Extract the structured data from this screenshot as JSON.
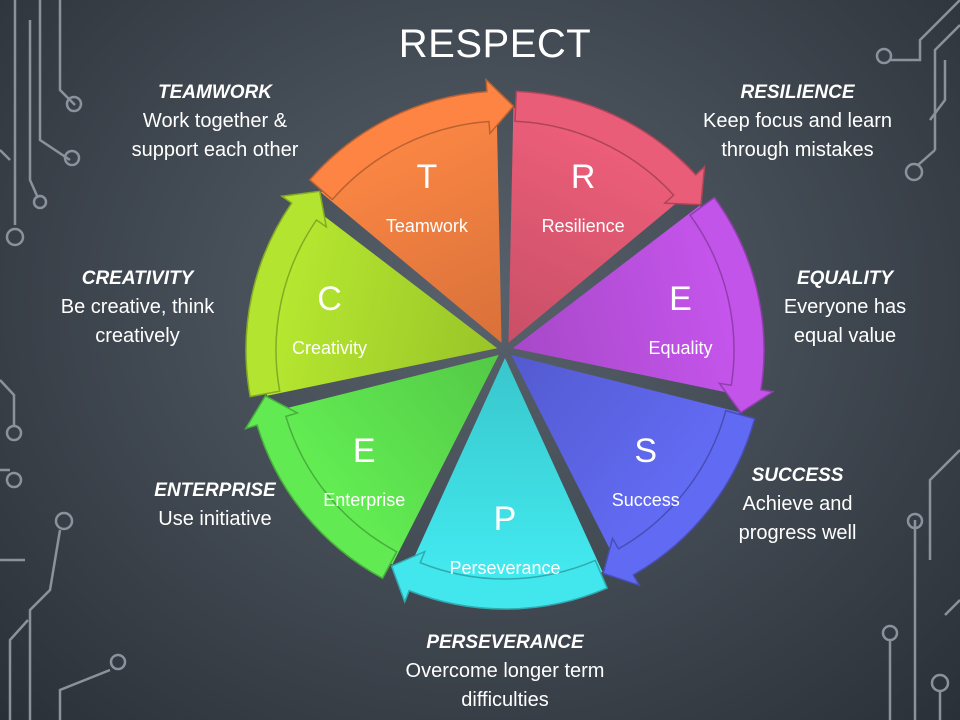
{
  "title": "RESPECT",
  "segments": [
    {
      "key": "teamwork",
      "letter": "T",
      "name": "Teamwork",
      "color": "#ea7a3e"
    },
    {
      "key": "resilience",
      "letter": "R",
      "name": "Resilience",
      "color": "#d8566f"
    },
    {
      "key": "equality",
      "letter": "E",
      "name": "Equality",
      "color": "#b44ed8"
    },
    {
      "key": "success",
      "letter": "S",
      "name": "Success",
      "color": "#5a62e0"
    },
    {
      "key": "perseverance",
      "letter": "P",
      "name": "Perseverance",
      "color": "#3dd6dc"
    },
    {
      "key": "enterprise",
      "letter": "E",
      "name": "Enterprise",
      "color": "#5ad94c"
    },
    {
      "key": "creativity",
      "letter": "C",
      "name": "Creativity",
      "color": "#a6d42c"
    }
  ],
  "notes": {
    "teamwork": {
      "head": "TEAMWORK",
      "line1": "Work together &",
      "line2": "support each other"
    },
    "resilience": {
      "head": "RESILIENCE",
      "line1": "Keep focus and learn",
      "line2": "through mistakes"
    },
    "equality": {
      "head": "EQUALITY",
      "line1": "Everyone has",
      "line2": "equal value"
    },
    "creativity": {
      "head": "CREATIVITY",
      "line1": "Be creative, think",
      "line2": "creatively"
    },
    "success": {
      "head": "SUCCESS",
      "line1": "Achieve and",
      "line2": "progress well"
    },
    "enterprise": {
      "head": "ENTERPRISE",
      "line1": "Use initiative",
      "line2": ""
    },
    "perseverance": {
      "head": "PERSEVERANCE",
      "line1": "Overcome longer term",
      "line2": "difficulties"
    }
  }
}
